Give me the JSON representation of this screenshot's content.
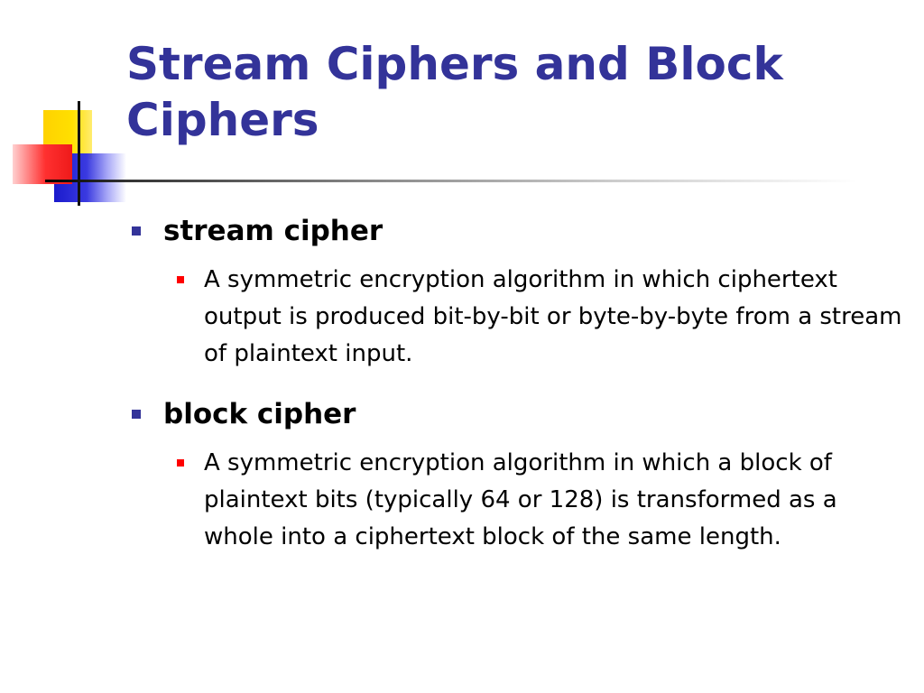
{
  "slide": {
    "title": "Stream Ciphers and Block Ciphers",
    "bullets": [
      {
        "term": "stream cipher",
        "definition": "A symmetric encryption algorithm in which ciphertext output is produced bit-by-bit or byte-by-byte from a stream of plaintext input."
      },
      {
        "term": "block cipher",
        "definition": "A symmetric encryption algorithm in which a block of plaintext bits (typically 64 or 128) is transformed as a whole into a ciphertext block of the same length."
      }
    ]
  },
  "colors": {
    "title": "#333399",
    "level1_bullet": "#333399",
    "level2_bullet": "#ff0000",
    "deco_yellow": "#ffd200",
    "deco_blue": "#1a1acc",
    "deco_red": "#ff3030"
  }
}
